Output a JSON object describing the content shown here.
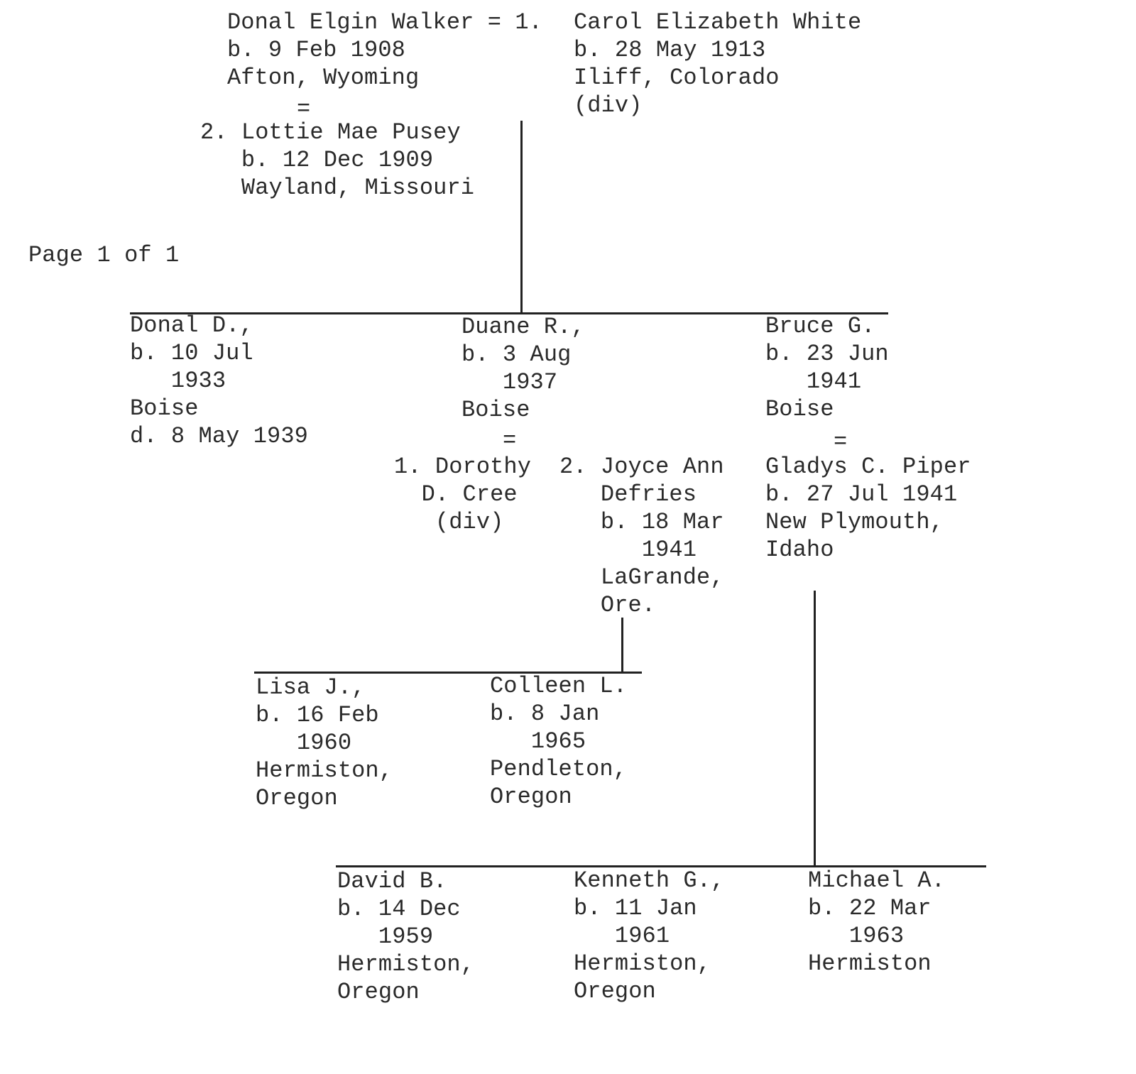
{
  "page_label": "Page 1 of 1",
  "blocks": [
    {
      "id": "donal-elgin-walker",
      "lines": [
        "Donal Elgin Walker = 1.",
        "b. 9 Feb 1908",
        "Afton, Wyoming"
      ]
    },
    {
      "id": "carol-elizabeth-white",
      "lines": [
        "Carol Elizabeth White",
        "b. 28 May 1913",
        "Iliff, Colorado",
        "(div)"
      ]
    },
    {
      "id": "marriage-sign-walker-pusey",
      "lines": [
        "="
      ]
    },
    {
      "id": "lottie-mae-pusey",
      "lines": [
        "2. Lottie Mae Pusey",
        "   b. 12 Dec 1909",
        "   Wayland, Missouri"
      ]
    },
    {
      "id": "page-number",
      "lines": [
        "Page 1 of 1"
      ]
    },
    {
      "id": "donal-d",
      "lines": [
        "Donal D.,",
        "b. 10 Jul",
        "   1933",
        "Boise",
        "d. 8 May 1939"
      ]
    },
    {
      "id": "duane-r",
      "lines": [
        "Duane R.,",
        "b. 3 Aug",
        "   1937",
        "Boise"
      ]
    },
    {
      "id": "marriage-sign-duane",
      "lines": [
        "="
      ]
    },
    {
      "id": "dorothy-d-cree",
      "lines": [
        "1. Dorothy",
        "  D. Cree",
        "   (div)"
      ]
    },
    {
      "id": "joyce-ann-defries",
      "lines": [
        "2. Joyce Ann",
        "   Defries",
        "   b. 18 Mar",
        "      1941",
        "   LaGrande,",
        "   Ore."
      ]
    },
    {
      "id": "bruce-g",
      "lines": [
        "Bruce G.",
        "b. 23 Jun",
        "   1941",
        "Boise"
      ]
    },
    {
      "id": "marriage-sign-bruce",
      "lines": [
        "="
      ]
    },
    {
      "id": "gladys-c-piper",
      "lines": [
        "Gladys C. Piper",
        "b. 27 Jul 1941",
        "New Plymouth,",
        "Idaho"
      ]
    },
    {
      "id": "lisa-j",
      "lines": [
        "Lisa J.,",
        "b. 16 Feb",
        "   1960",
        "Hermiston,",
        "Oregon"
      ]
    },
    {
      "id": "colleen-l",
      "lines": [
        "Colleen L.",
        "b. 8 Jan",
        "   1965",
        "Pendleton,",
        "Oregon"
      ]
    },
    {
      "id": "david-b",
      "lines": [
        "David B.",
        "b. 14 Dec",
        "   1959",
        "Hermiston,",
        "Oregon"
      ]
    },
    {
      "id": "kenneth-g",
      "lines": [
        "Kenneth G.,",
        "b. 11 Jan",
        "   1961",
        "Hermiston,",
        "Oregon"
      ]
    },
    {
      "id": "michael-a",
      "lines": [
        "Michael A.",
        "b. 22 Mar",
        "   1963",
        "Hermiston"
      ]
    }
  ]
}
